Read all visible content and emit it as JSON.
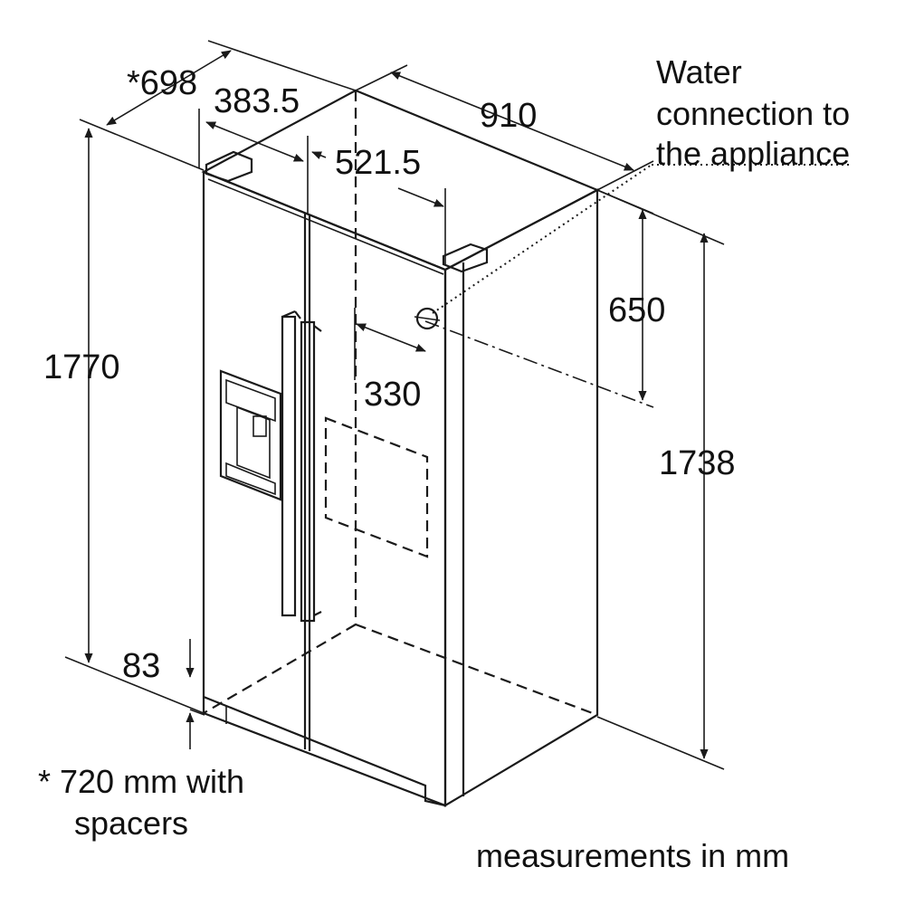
{
  "dimensions": {
    "depth_with_doors": "*698",
    "cabinet_depth": "383.5",
    "connection_offset_from_side": "521.5",
    "width": "910",
    "total_height": "1770",
    "cabinet_height": "1738",
    "connection_height": "650",
    "connection_depth": "330",
    "plinth_height": "83"
  },
  "notes": {
    "water_connection_line1": "Water",
    "water_connection_line2": "connection to",
    "water_connection_line3": "the appliance",
    "spacers_line1": "* 720 mm with",
    "spacers_line2": "spacers",
    "units": "measurements in mm"
  }
}
